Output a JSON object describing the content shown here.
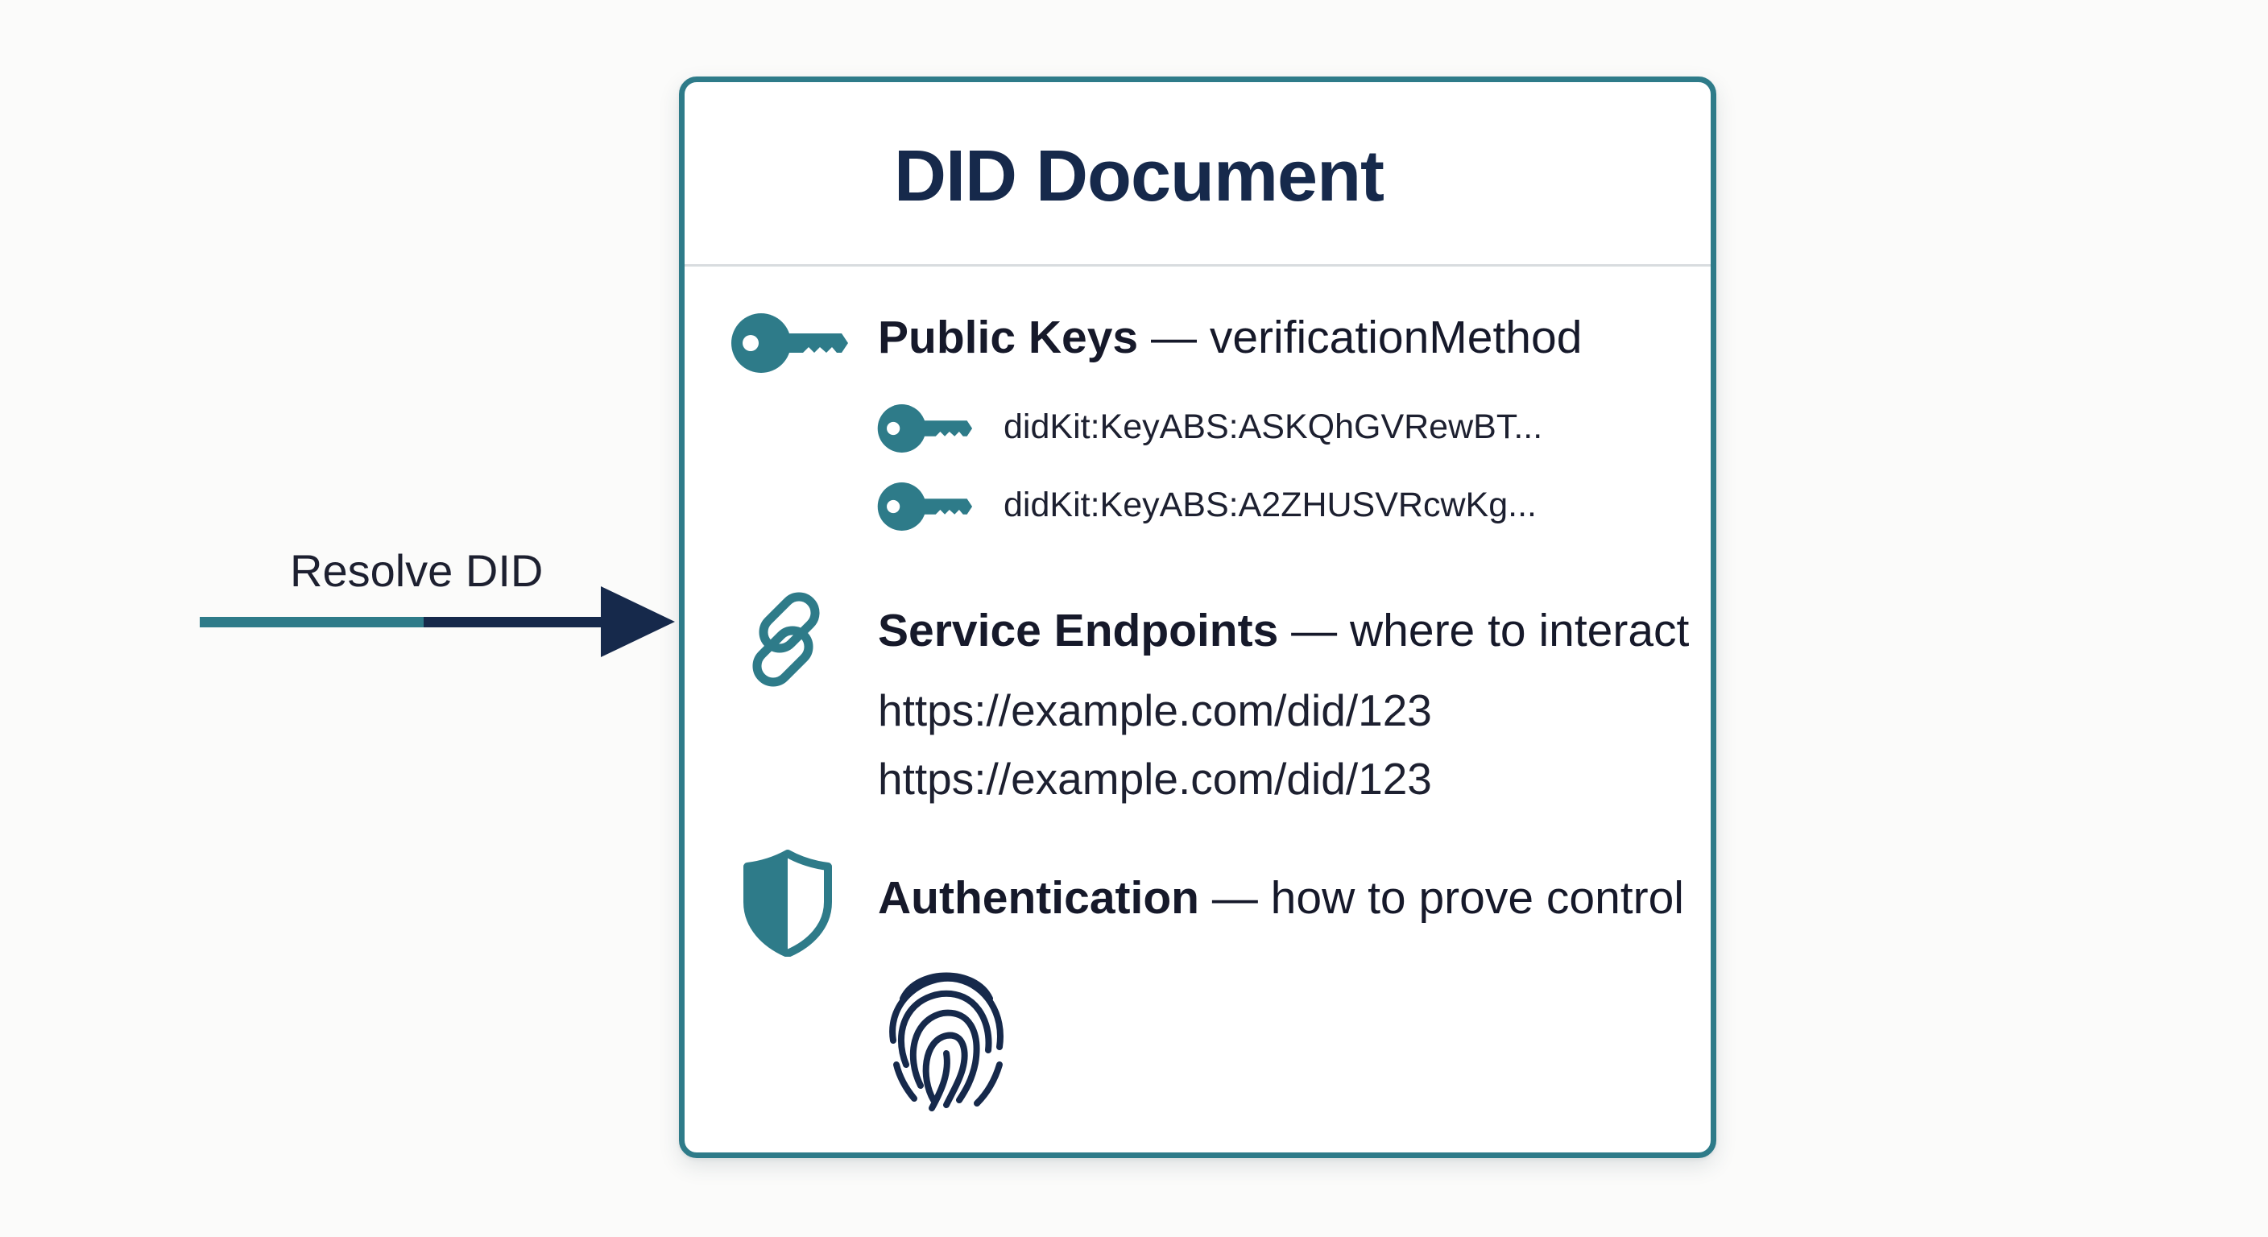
{
  "flow": {
    "label": "Resolve DID"
  },
  "card": {
    "title": "DID Document"
  },
  "sections": {
    "public_keys": {
      "heading": "Public Keys",
      "separator": " — ",
      "description": "verificationMethod",
      "icon": "key-icon",
      "keys": [
        "didKit:KeyABS:ASKQhGVRewBT...",
        "didKit:KeyABS:A2ZHUSVRcwKg..."
      ]
    },
    "service_endpoints": {
      "heading": "Service Endpoints",
      "separator": " — ",
      "description": "where to interact",
      "icon": "link-icon",
      "urls": [
        "https://example.com/did/123",
        "https://example.com/did/123"
      ]
    },
    "authentication": {
      "heading": "Authentication",
      "separator": " — ",
      "description": "how to prove control",
      "icon": "shield-icon",
      "method_icon": "fingerprint-icon"
    }
  },
  "colors": {
    "teal": "#2e7b89",
    "navy": "#16294b",
    "border": "#2e7b89"
  }
}
